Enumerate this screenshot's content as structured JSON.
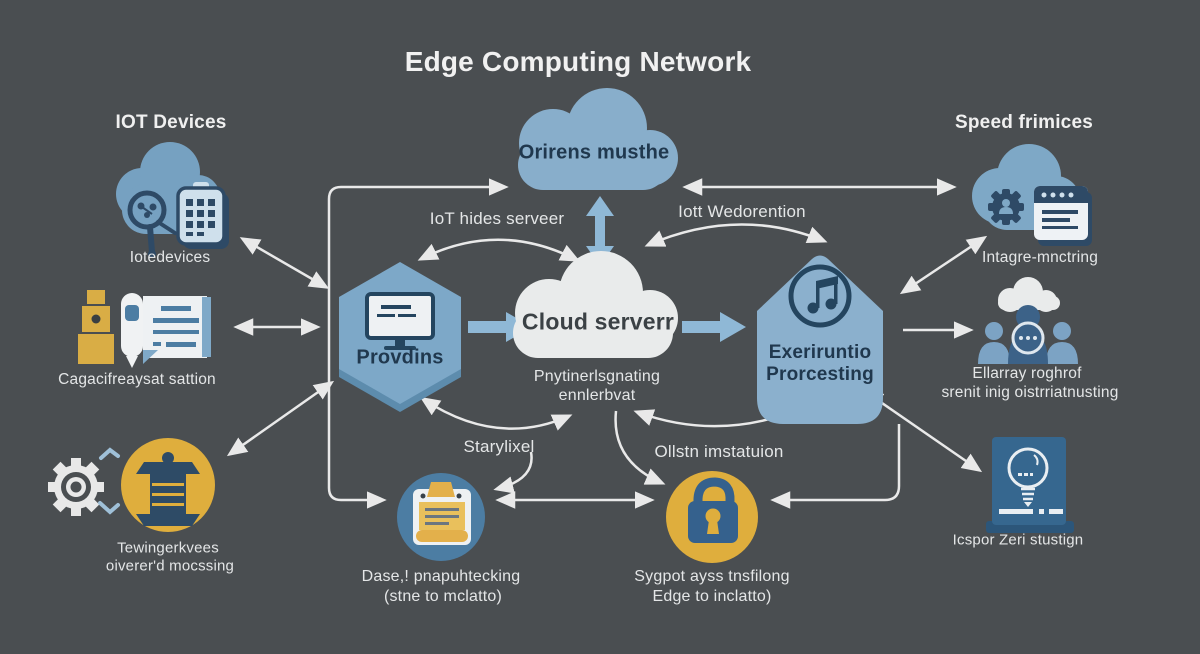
{
  "title": "Edge Computing Network",
  "headings": {
    "iot": "IOT Devices",
    "speed": "Speed frimices"
  },
  "nodes": {
    "iot_cloud": {
      "caption": "Iotedevices"
    },
    "top_cloud": {
      "label": "Orirens musthe"
    },
    "speed_cloud": {
      "caption": "Intagre-mnctring"
    },
    "capacity": {
      "caption": "Cagacifreaysat sattion"
    },
    "hexagon": {
      "label": "Provdins"
    },
    "cloud_server": {
      "label": "Cloud serverr",
      "caption_line1": "Pnytinerlsgnating",
      "caption_line2": "ennlerbvat"
    },
    "pentagon": {
      "label_line1": "Exeriruntio",
      "label_line2": "Prorcesting"
    },
    "people": {
      "caption_line1": "Ellarray roghrof",
      "caption_line2": "srenit inig oistrriatnusting"
    },
    "gear_group": {
      "caption_line1": "Tewingerkvees",
      "caption_line2": "oiverer'd mocssing"
    },
    "data_circle": {
      "caption_line1": "Dase,! pnapuhtecking",
      "caption_line2": "(stne to mclatto)"
    },
    "lock_circle": {
      "caption_line1": "Sygpot ayss tnsfilong",
      "caption_line2": "Edge to inclatto)"
    },
    "bulb": {
      "caption": "Icspor Zeri stustign"
    }
  },
  "arrow_labels": {
    "iot_hides": "IoT hides serveer",
    "wedorention": "Iott Wedorention",
    "starylixel": "Starylixel",
    "ollstn": "Ollstn imstatuion"
  },
  "colors": {
    "background": "#4a4e51",
    "steel_blue": "#7da8c8",
    "steel_blue_dark": "#5d8cad",
    "white_cloud": "#e9ebeb",
    "yellow": "#dfae3d",
    "dark_navy": "#2e4a66",
    "blue_circle": "#4c7da3",
    "panel_blue": "#36678f",
    "arrow_white": "#e9e9e9",
    "arrow_blue": "#8fb8d6",
    "text_light": "#e4e6e7"
  }
}
